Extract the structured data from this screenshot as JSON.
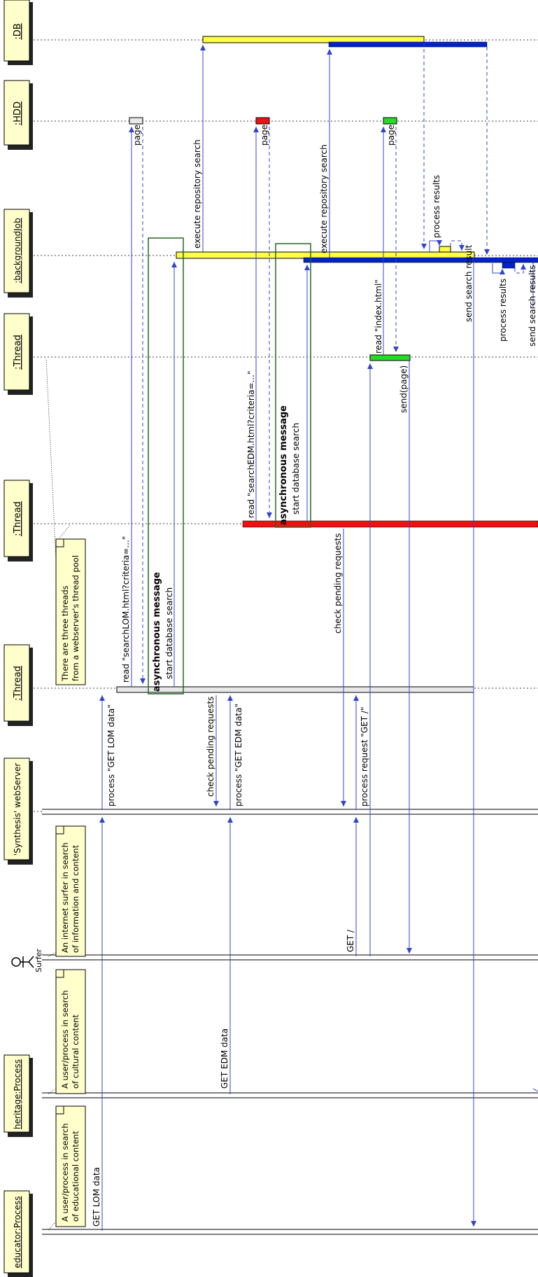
{
  "objects": {
    "db": ":DB",
    "hdd": ":HDD",
    "background_job": ":backgroundJob",
    "thread_c": ":Thread",
    "thread_b": ":Thread",
    "thread_a": ":Thread",
    "web_server": "'Synthesis' webServer",
    "surfer": "Surfer",
    "heritage": "heritage:Process",
    "educator": "educator:Process"
  },
  "notes": {
    "thread_pool": [
      "There are three threads",
      "from a webserver's thread pool"
    ],
    "surfer": [
      "An internet surfer in search",
      "of information and content"
    ],
    "heritage": [
      "A user/process in search",
      "of cultural content"
    ],
    "educator": [
      "A user/process in search",
      "of educational content"
    ]
  },
  "messages": {
    "get_lom_data": "GET LOM data",
    "get_edm_data": "GET EDM data",
    "get_root": "GET /",
    "process_get_lom": "process \"GET LOM data\"",
    "check_pending_1": "check pending requests",
    "process_get_edm": "process \"GET EDM data\"",
    "process_request_get": "process request \"GET /\"",
    "read_searchlom": "read \"searchLOM.html?criteria=...\"",
    "page_1": "page",
    "async_message": "asynchronous message",
    "start_db_search": "start database search",
    "check_pending_2": "check pending requests",
    "read_searchedm": "read \"searchEDM.html?criteria=...\"",
    "page_2": "page",
    "read_index": "read \"index.html\"",
    "page_3": "page",
    "send_page": "send(page)",
    "execute_repo_search": "execute repository search",
    "process_results": "process results",
    "send_search_result": "send search result",
    "send_search_results": "send search results"
  },
  "colors": {
    "lifeline": "#000000",
    "message": "#3344cc",
    "note_fill": "#ffffcc",
    "yellow_activation": "#ffff44",
    "blue_activation": "#0022cc",
    "red_activation": "#ee1111",
    "green_activation": "#22dd22",
    "grey_activation": "#e8e8e8",
    "frame": "#226622"
  }
}
